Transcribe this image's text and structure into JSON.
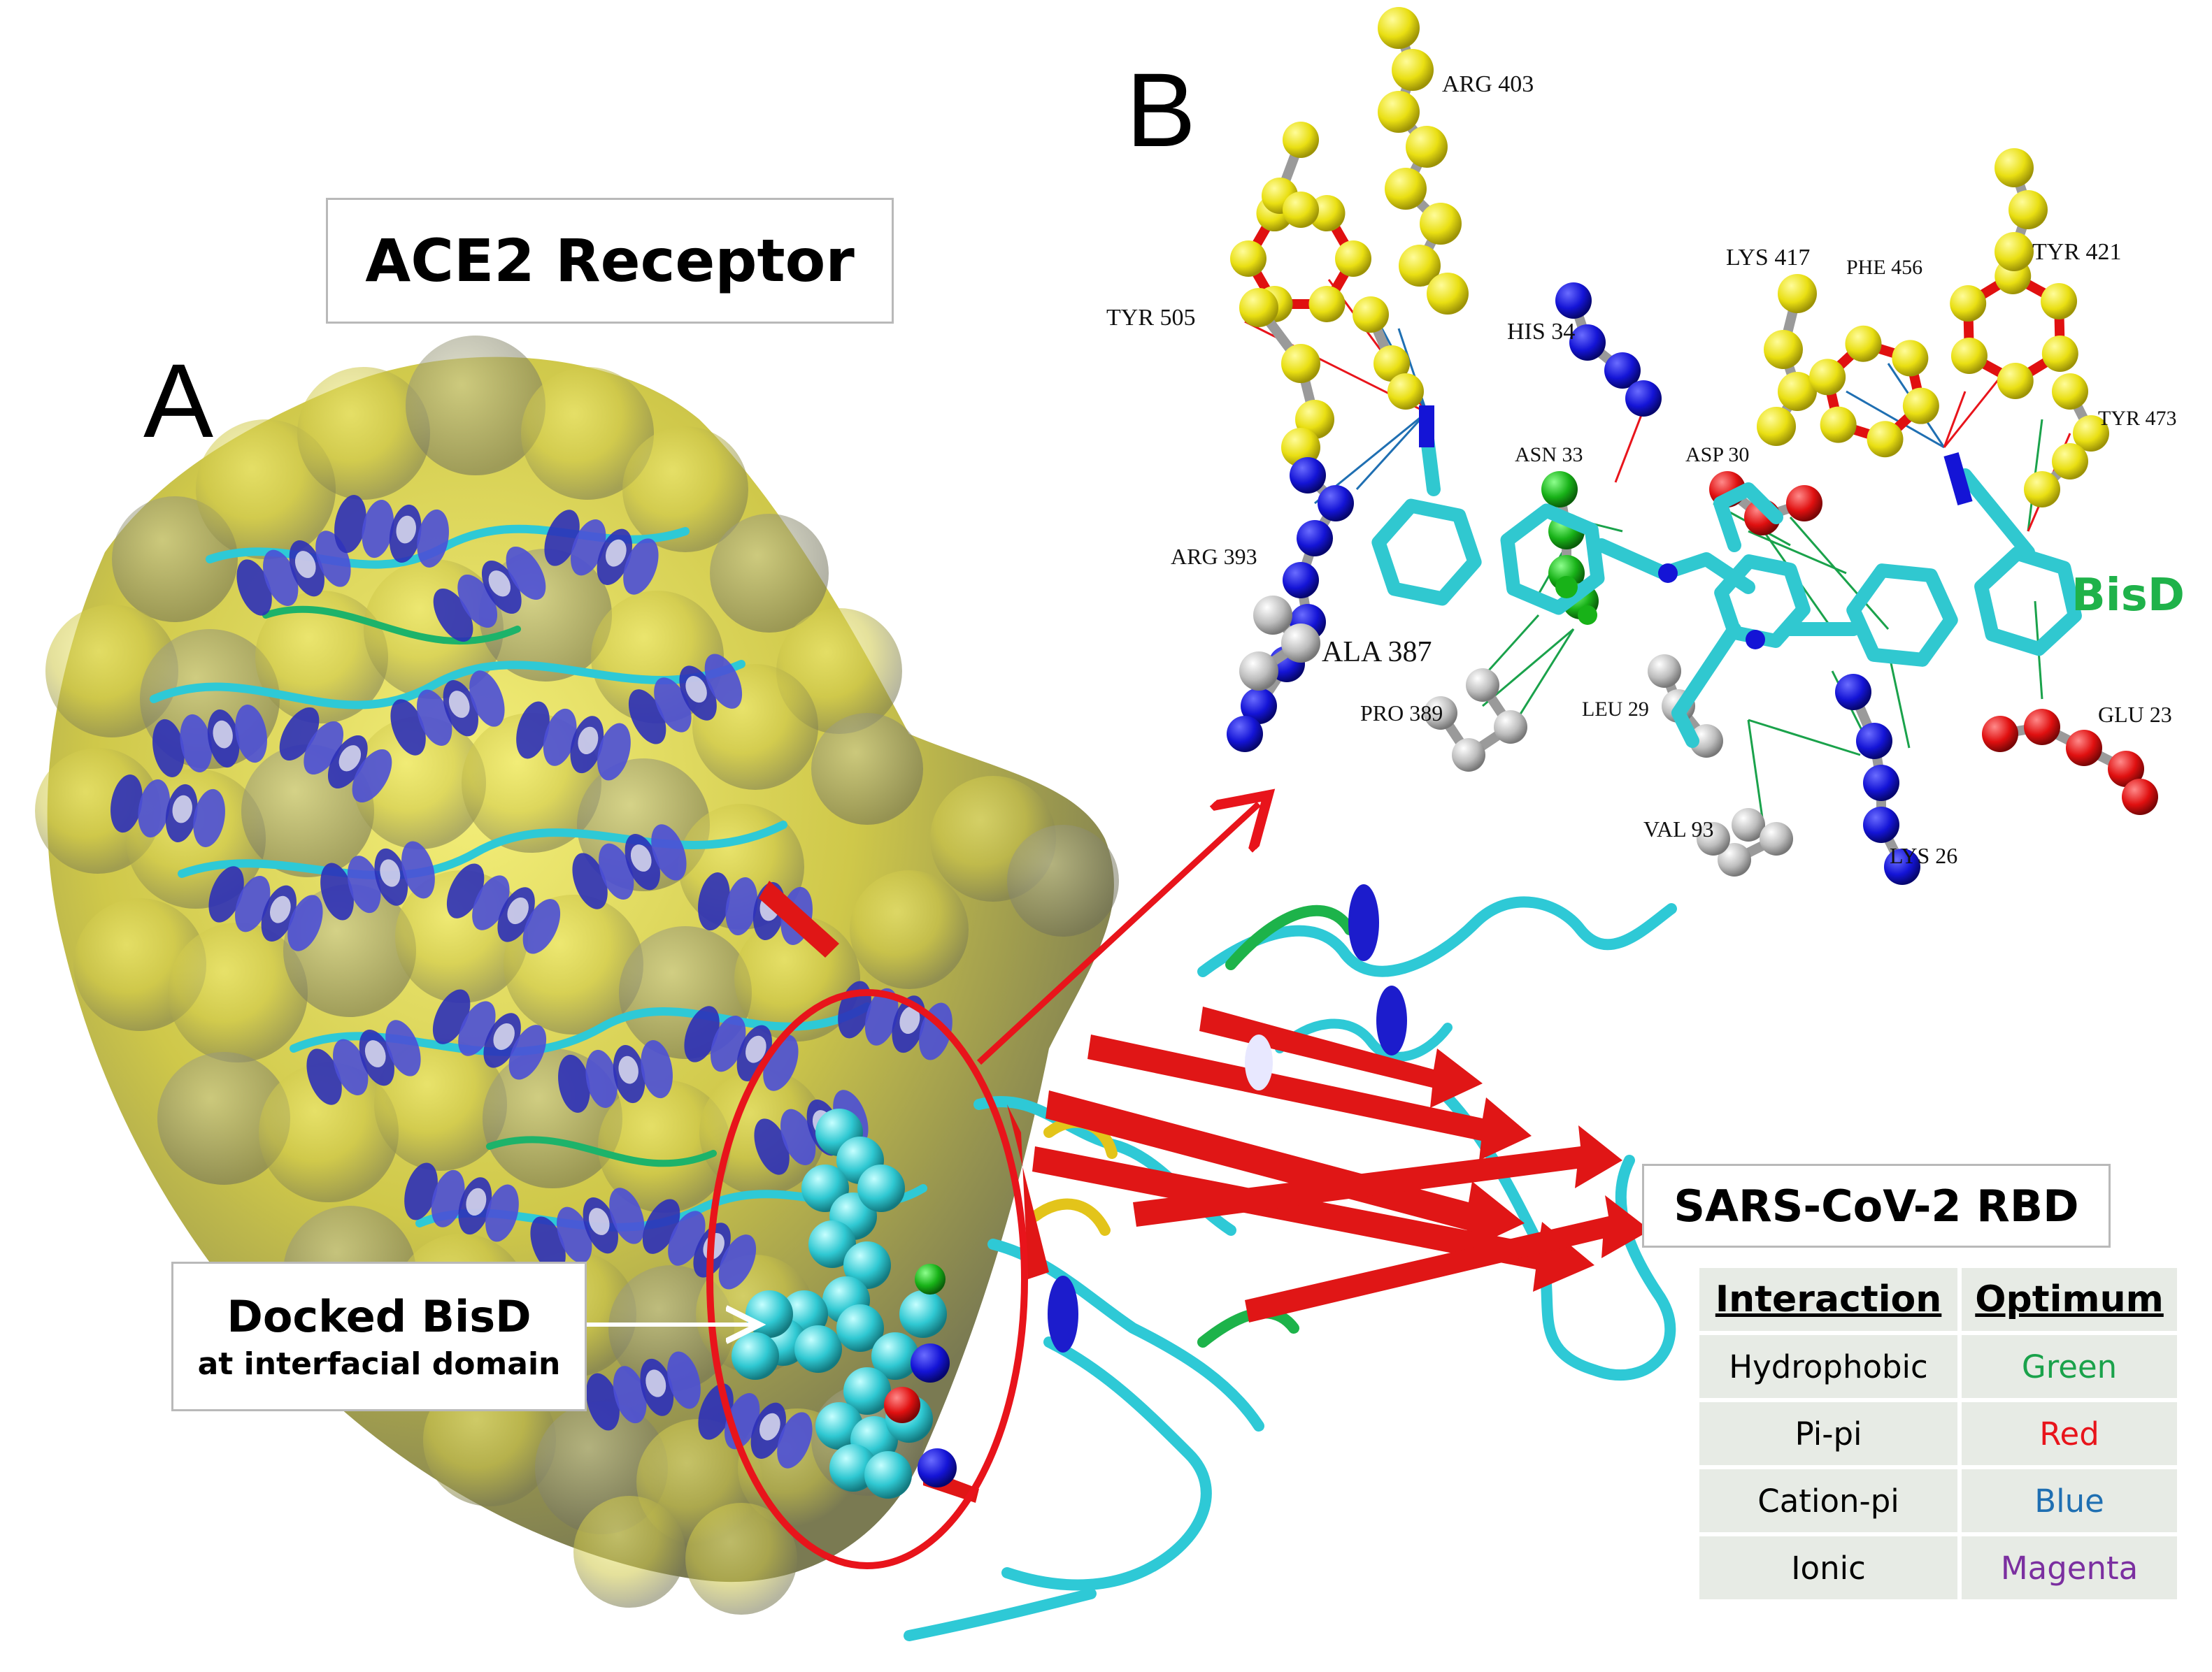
{
  "labels": {
    "ace2": "ACE2 Receptor",
    "panel_a": "A",
    "panel_b": "B",
    "docked_title": "Docked BisD",
    "docked_sub": "at interfacial domain",
    "rbd": "SARS-CoV-2 RBD",
    "ligand": "BisD"
  },
  "residues": [
    "ARG 403",
    "TYR 505",
    "HIS 34",
    "LYS 417",
    "PHE 456",
    "TYR 421",
    "TYR 473",
    "ASN 33",
    "ASP 30",
    "ARG 393",
    "ALA 387",
    "PRO 389",
    "LEU 29",
    "GLU 23",
    "VAL 93",
    "LYS 26"
  ],
  "legend": {
    "headers": [
      "Interaction",
      "Optimum"
    ],
    "rows": [
      {
        "interaction": "Hydrophobic",
        "color_name": "Green",
        "color": "#1aa24b"
      },
      {
        "interaction": "Pi-pi",
        "color_name": "Red",
        "color": "#e8141b"
      },
      {
        "interaction": "Cation-pi",
        "color_name": "Blue",
        "color": "#1f6fb2"
      },
      {
        "interaction": "Ionic",
        "color_name": "Magenta",
        "color": "#7b2fa0"
      }
    ]
  },
  "colors": {
    "surface": "#d8d24a",
    "helix": "#3b3fc9",
    "coil": "#2ec9d6",
    "sheet": "#e01616",
    "ligand": "#30c8d0",
    "arrow": "#e8141b",
    "bisd_label": "#1fb24a"
  }
}
